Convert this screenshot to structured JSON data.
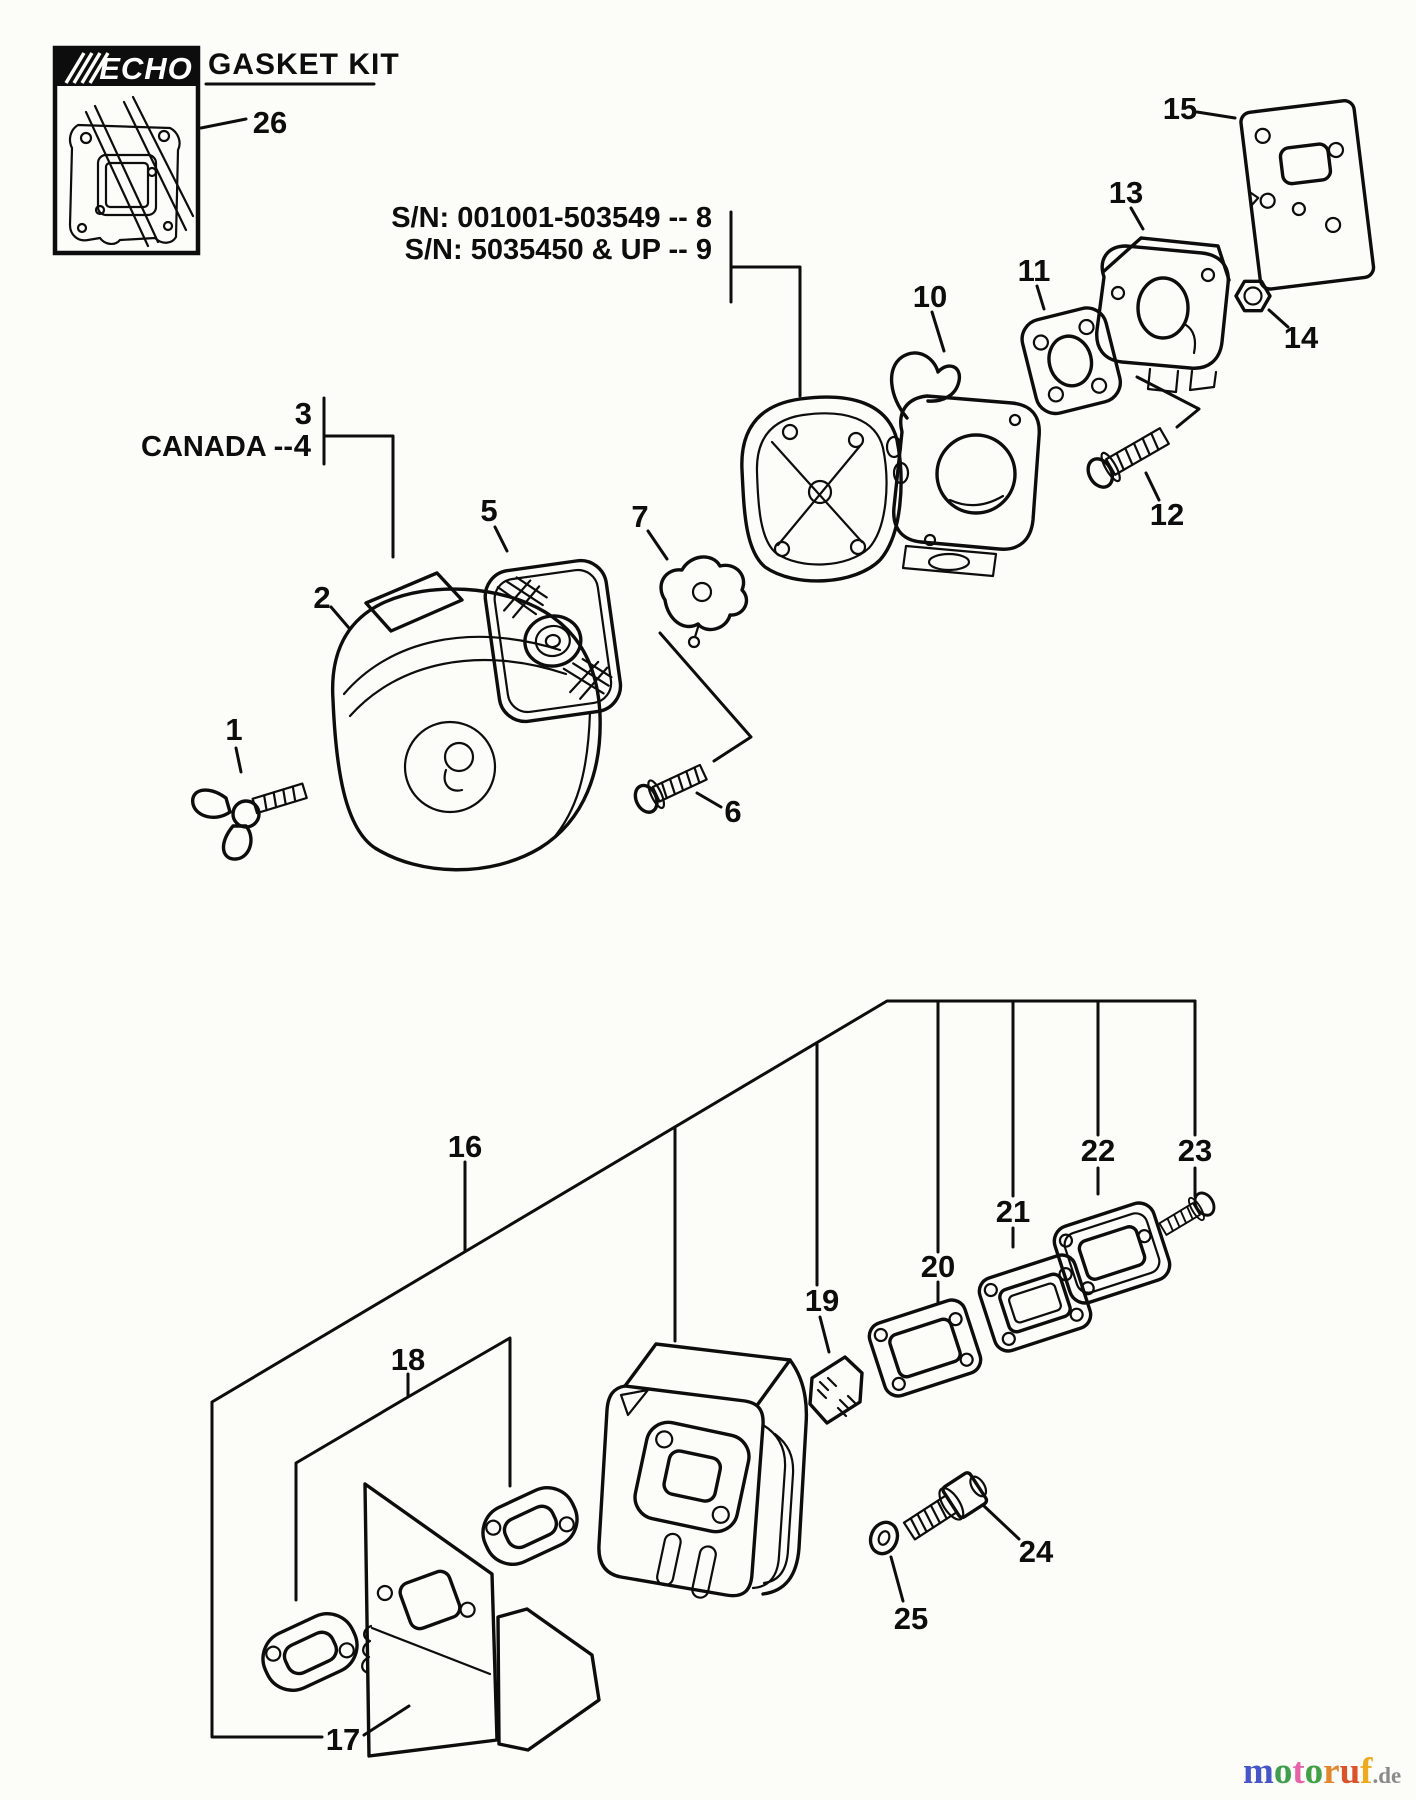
{
  "header": {
    "brand": "ECHO",
    "title": "GASKET KIT"
  },
  "annotations": {
    "serial_range_1": "S/N: 001001-503549 -- 8",
    "serial_range_2": "S/N: 5035450 & UP -- 9",
    "canada_label": "CANADA --"
  },
  "callouts": {
    "c1": "1",
    "c2": "2",
    "c3": "3",
    "c4": "4",
    "c5": "5",
    "c6": "6",
    "c7": "7",
    "c10": "10",
    "c11": "11",
    "c12": "12",
    "c13": "13",
    "c14": "14",
    "c15": "15",
    "c16": "16",
    "c17": "17",
    "c18": "18",
    "c19": "19",
    "c20": "20",
    "c21": "21",
    "c22": "22",
    "c23": "23",
    "c24": "24",
    "c25": "25",
    "c26": "26"
  },
  "watermark": {
    "letters": [
      {
        "ch": "m",
        "color": "#4656c6"
      },
      {
        "ch": "o",
        "color": "#3f9e4e"
      },
      {
        "ch": "t",
        "color": "#e663a8"
      },
      {
        "ch": "o",
        "color": "#42a046"
      },
      {
        "ch": "r",
        "color": "#e2872e"
      },
      {
        "ch": "u",
        "color": "#d9532b"
      },
      {
        "ch": "f",
        "color": "#edaa1f"
      }
    ],
    "suffix": ".de",
    "suffix_color": "#8a8a8a",
    "line_color": "#0d0d0d",
    "background": "#fcfcf9"
  }
}
